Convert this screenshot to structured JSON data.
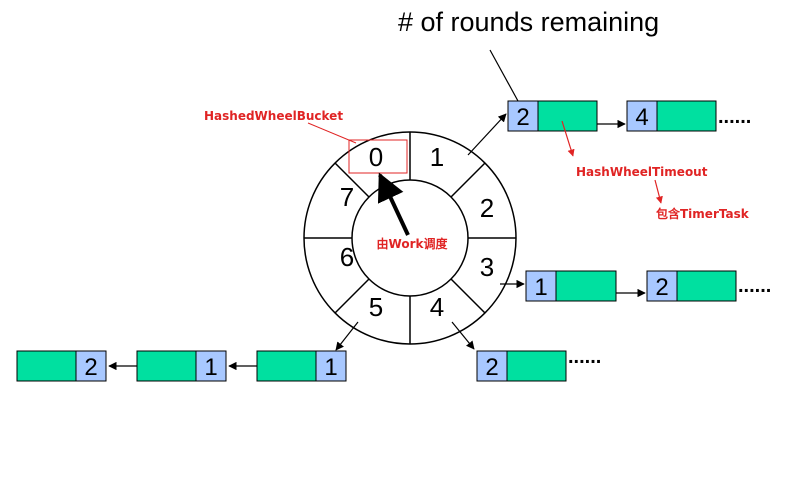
{
  "title": "# of rounds remaining",
  "wheel": {
    "slots": [
      "0",
      "1",
      "2",
      "3",
      "4",
      "5",
      "6",
      "7"
    ],
    "center_label": "由Work调度"
  },
  "annotations": {
    "bucket": "HashedWheelBucket",
    "timeout": "HashWheelTimeout",
    "task": "包含TimerTask"
  },
  "buckets": {
    "slot1": {
      "rounds": [
        "2",
        "4"
      ]
    },
    "slot3": {
      "rounds": [
        "1",
        "2"
      ]
    },
    "slot4": {
      "rounds": [
        "2"
      ]
    },
    "slot5": {
      "rounds": [
        "1",
        "1",
        "2"
      ]
    }
  },
  "continuation": "......",
  "colors": {
    "node_body": "#00e0a0",
    "node_count": "#a8c8ff",
    "annotation": "#e02424",
    "line": "#000000"
  }
}
